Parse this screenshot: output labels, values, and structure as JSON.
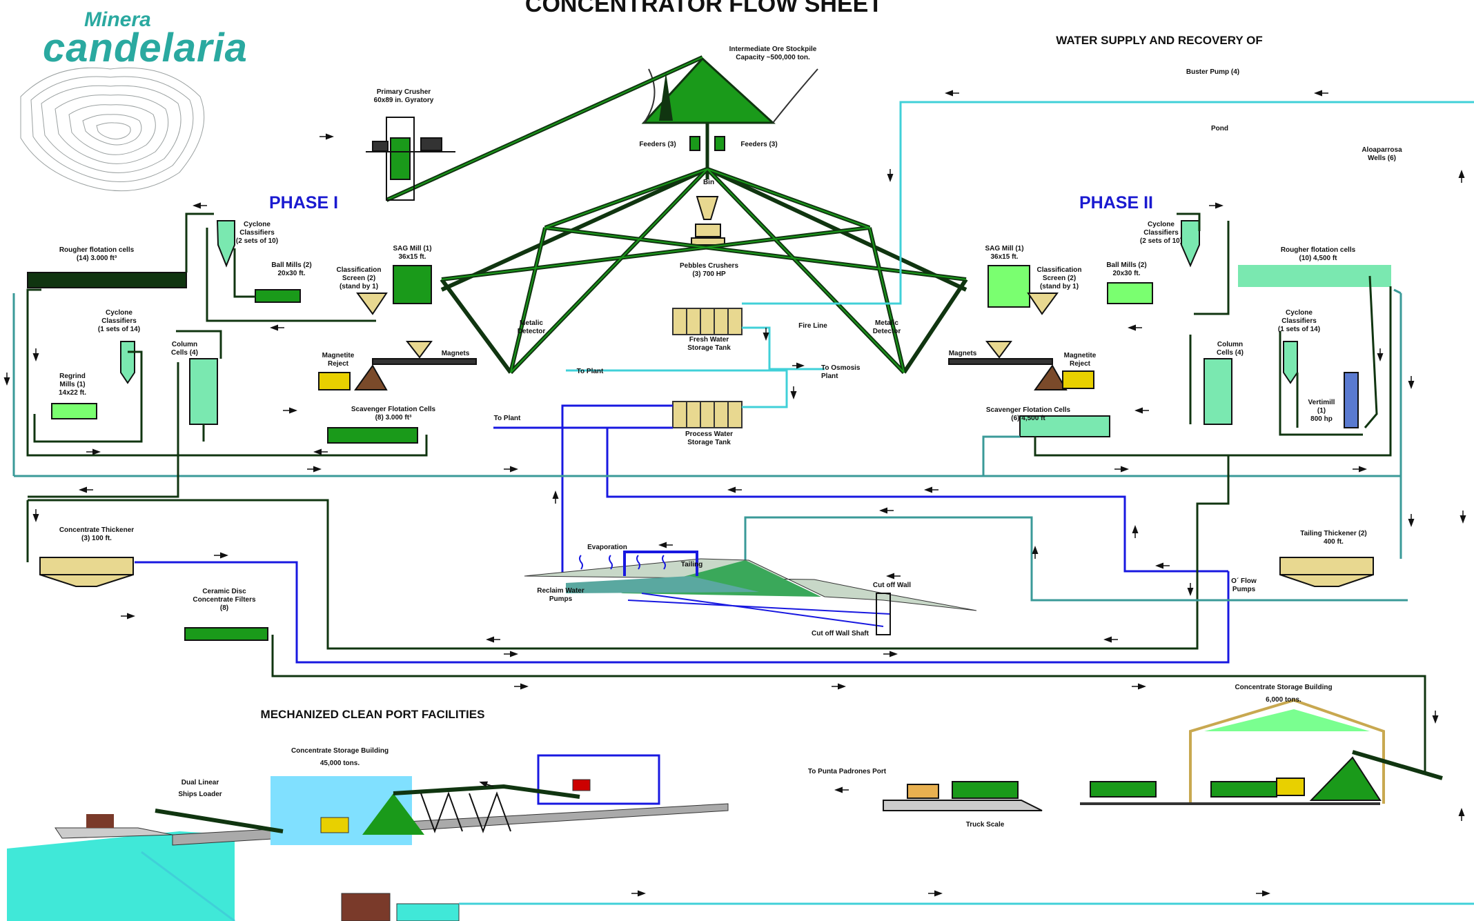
{
  "title": "CONCENTRATOR FLOW SHEET",
  "logo": {
    "line1": "Minera",
    "line2": "candelaria"
  },
  "phases": {
    "phase1": "PHASE I",
    "phase2": "PHASE II"
  },
  "headings": {
    "water": "WATER SUPPLY AND RECOVERY OF",
    "port": "MECHANIZED CLEAN PORT FACILITIES"
  },
  "labels": {
    "stockpile": "Intermediate Ore Stockpile\nCapacity ~500,000 ton.",
    "primary_crusher": "Primary Crusher\n60x89 in. Gyratory",
    "feeders_left": "Feeders (3)",
    "feeders_right": "Feeders (3)",
    "bin": "Bin",
    "pebbles": "Pebbles Crushers\n(3) 700 HP",
    "fresh_water": "Fresh Water\nStorage Tank",
    "fire_line": "Fire Line",
    "to_plant_1": "To Plant",
    "to_osmosis": "To Osmosis\nPlant",
    "to_plant_2": "To Plant",
    "process_water": "Process Water\nStorage Tank",
    "metal_det_left": "Metalic\nDetector",
    "metal_det_right": "Metalic\nDetector",
    "buster_pump": "Buster Pump (4)",
    "pond": "Pond",
    "wells": "Aloaparrosa\nWells (6)",
    "p1_cyclone": "Cyclone\nClassifiers\n(2 sets of 10)",
    "p1_rougher": "Rougher flotation cells\n(14) 3.000 ft³",
    "p1_ball": "Ball Mills (2)\n20x30 ft.",
    "p1_class_screen": "Classification\nScreen (2)\n(stand by 1)",
    "p1_sag": "SAG Mill (1)\n36x15 ft.",
    "p1_cyclone2": "Cyclone\nClassifiers\n(1 sets of 14)",
    "p1_column": "Column\nCells (4)",
    "p1_regrind": "Regrind\nMills (1)\n14x22 ft.",
    "p1_magnetite": "Magnetite\nReject",
    "p1_magnets": "Magnets",
    "p1_scavenger": "Scavenger Flotation Cells\n(8) 3.000 ft³",
    "p2_cyclone": "Cyclone\nClassifiers\n(2 sets of 10)",
    "p2_sag": "SAG Mill (1)\n36x15 ft.",
    "p2_class_screen": "Classification\nScreen (2)\n(stand by 1)",
    "p2_ball": "Ball Mills (2)\n20x30 ft.",
    "p2_rougher": "Rougher flotation cells\n(10) 4,500 ft",
    "p2_cyclone2": "Cyclone\nClassifiers\n(1 sets of 14)",
    "p2_column": "Column\nCells (4)",
    "p2_magnets": "Magnets",
    "p2_magnetite": "Magnetite\nReject",
    "p2_vertimill": "Vertimill\n(1)\n800 hp",
    "p2_scavenger": "Scavenger Flotation Cells\n(6) 4,500 ft",
    "conc_thickener": "Concentrate Thickener\n(3) 100 ft.",
    "ceramic": "Ceramic Disc\nConcentrate Filters\n(8)",
    "evaporation": "Evaporation",
    "tailing": "Tailing",
    "reclaim": "Reclaim Water\nPumps",
    "cutoff_wall": "Cut off Wall",
    "cutoff_shaft": "Cut off Wall Shaft",
    "tail_thickener": "Tailing Thickener (2)\n400 ft.",
    "oflow": "O´ Flow\nPumps",
    "conc_storage_mine": "Concentrate Storage Building\n6,000 tons.",
    "port_storage": "Concentrate Storage Building\n45,000 tons.",
    "ship_loader": "Dual Linear\nShips Loader",
    "punta": "To Punta Padrones Port",
    "truck_scale": "Truck Scale"
  },
  "colors": {
    "green": "#1a9a1a",
    "dark": "#103510",
    "cyan": "#40d0d8",
    "blue": "#1818e0",
    "teal": "#3a9a98",
    "light_green": "#7ae8b0",
    "yellow": "#e8d890",
    "phase_blue": "#1a1ad0",
    "logo_teal": "#2aa9a0"
  }
}
